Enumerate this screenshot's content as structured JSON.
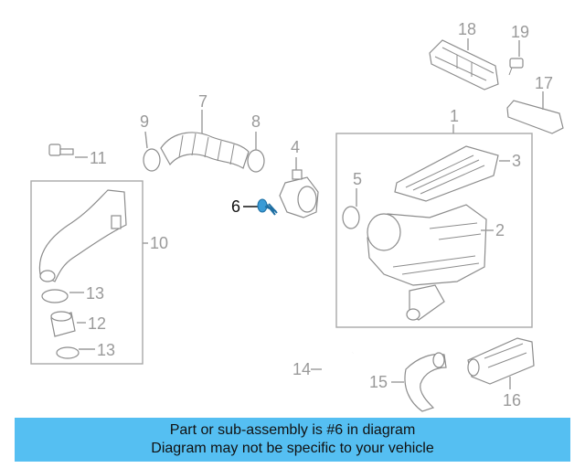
{
  "callouts": {
    "c1": "1",
    "c2": "2",
    "c3": "3",
    "c4": "4",
    "c5": "5",
    "c6": "6",
    "c7": "7",
    "c8": "8",
    "c9": "9",
    "c10": "10",
    "c11": "11",
    "c12": "12",
    "c13a": "13",
    "c13b": "13",
    "c14": "14",
    "c15": "15",
    "c16": "16",
    "c17": "17",
    "c18": "18",
    "c19": "19"
  },
  "highlight_part": "6",
  "banner": {
    "line1": "Part or sub-assembly is #6 in diagram",
    "line2": "Diagram may not be specific to your vehicle",
    "color": "#55bff2"
  },
  "colors": {
    "highlight_part": "#3a9bd6",
    "line_art": "#8c8c8c"
  }
}
